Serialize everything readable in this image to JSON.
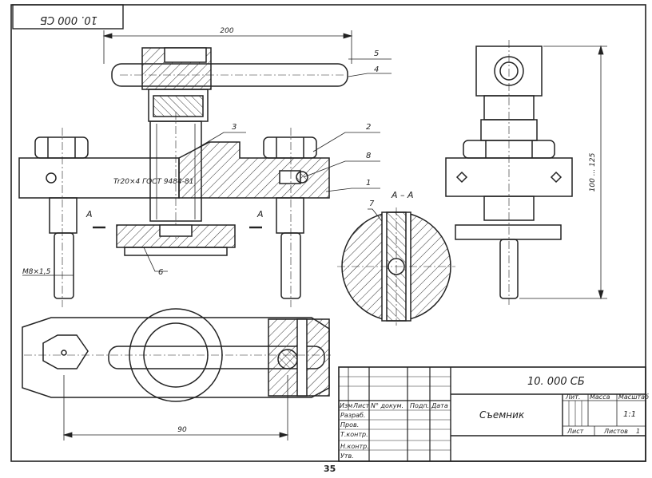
{
  "stamp": "10. 000 СБ",
  "dims": {
    "overall_length": "200",
    "height_range": "100 ... 125",
    "base_length": "90",
    "thread_left": "M8×1,5",
    "lead_screw": "Tr20×4 ГОСТ 9484-81"
  },
  "leaders": [
    "1",
    "2",
    "3",
    "4",
    "5",
    "6",
    "7",
    "8"
  ],
  "section": {
    "label": "А – А",
    "mark_left": "А",
    "mark_right": "А"
  },
  "title_block": {
    "doc_number": "10. 000 СБ",
    "name": "Съемник",
    "headers": {
      "izm": "Изм",
      "list": "Лист",
      "doc_no": "N° докум.",
      "sign": "Подп.",
      "date": "Дата"
    },
    "roles": [
      "Разраб.",
      "Пров.",
      "Т.контр.",
      "",
      "Н.контр.",
      "Утв."
    ],
    "lit_label": "Лит.",
    "mass_label": "Масса",
    "scale_label": "Масштаб",
    "scale_value": "1:1",
    "sheet_label": "Лист",
    "sheets_label": "Листов",
    "sheets_value": "1"
  },
  "page_number": "35"
}
